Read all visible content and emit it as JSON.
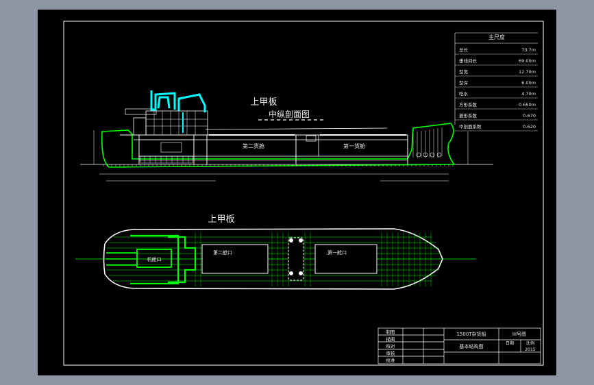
{
  "section_title": "上甲板",
  "section_subtitle": "中纵剖面图",
  "plan_title": "上甲板",
  "hold_labels": [
    "第二货舱",
    "第一货舱"
  ],
  "hatch_labels": [
    "第二舱口",
    "第一舱口"
  ],
  "engine_room_label": "机舱口",
  "particulars": {
    "heading": "主尺度",
    "rows": [
      {
        "label": "总长",
        "value": "73.7m"
      },
      {
        "label": "垂线间长",
        "value": "69.00m"
      },
      {
        "label": "型宽",
        "value": "12.70m"
      },
      {
        "label": "型深",
        "value": "6.00m"
      },
      {
        "label": "吃水",
        "value": "4.70m"
      },
      {
        "label": "方形系数",
        "value": "0.650m"
      },
      {
        "label": "菱形系数",
        "value": "0.670"
      },
      {
        "label": "中剖面系数",
        "value": "0.620"
      }
    ]
  },
  "title_block": {
    "left_labels": [
      "制图",
      "描图",
      "校对",
      "审核",
      "批准"
    ],
    "project": "1500T杂货船",
    "drawing_name": "基本结构图",
    "sheet_size": "III号图",
    "scale_label": "比例",
    "date_label": "日期",
    "year": "2015"
  },
  "colors": {
    "hull": "#ffffff",
    "deck_structure": "#00ff00",
    "funnel": "#00ffff",
    "sheet": "#000000",
    "frame": "#8e96a3"
  }
}
